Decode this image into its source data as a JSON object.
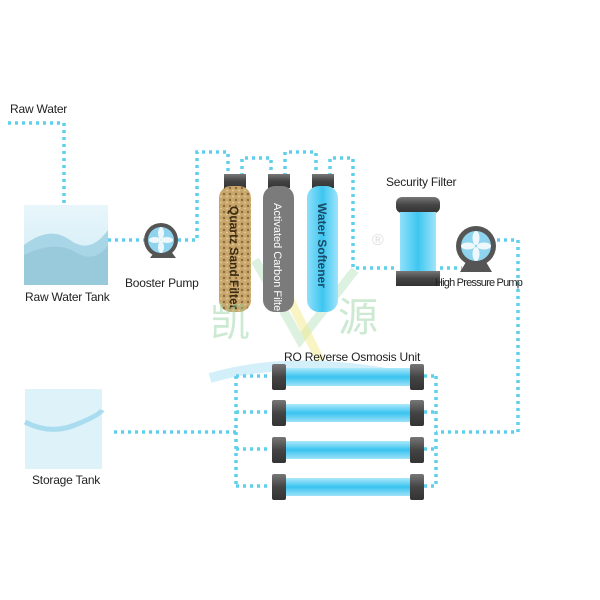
{
  "labels": {
    "raw_water": "Raw Water",
    "raw_water_tank": "Raw Water Tank",
    "booster_pump": "Booster Pump",
    "quartz_sand_filter": "Quartz Sand Filter",
    "activated_carbon_filter": "Activated Carbon Filter",
    "water_softener": "Water Softener",
    "security_filter": "Security Filter",
    "high_pressure_pump": "High Pressure Pump",
    "ro_unit": "RO Reverse Osmosis Unit",
    "storage_tank": "Storage Tank"
  },
  "watermark": {
    "left_char": "凯",
    "right_char": "源",
    "registered": "®"
  },
  "colors": {
    "pipe": "#5fd0ea",
    "water": "#bfe8f6",
    "cap": "#4a4a4a",
    "softener": "#7fd6f5",
    "carbon": "#7a7a7a",
    "sand": "#c8a56a"
  },
  "icons": {
    "pump": "pump-fan-icon"
  }
}
